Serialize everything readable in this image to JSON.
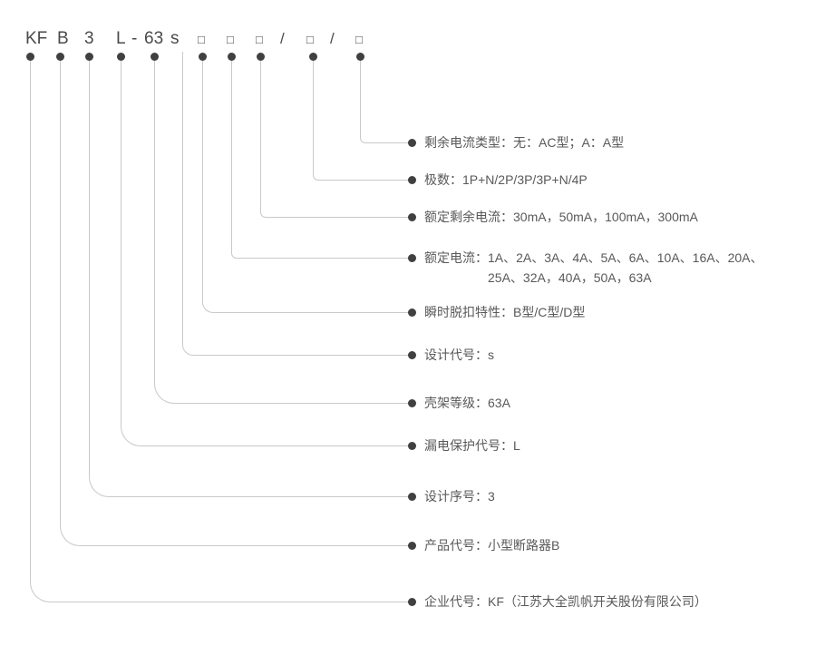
{
  "code": {
    "parts": [
      "KF",
      "B",
      "3",
      "L",
      "-",
      "63",
      "s",
      "□",
      "□",
      "□",
      "/",
      "□",
      "/",
      "□"
    ]
  },
  "labels": [
    {
      "text": "剩余电流类型：无：AC型；A：A型"
    },
    {
      "text": "极数：1P+N/2P/3P/3P+N/4P"
    },
    {
      "text": "额定剩余电流：30mA，50mA，100mA，300mA"
    },
    {
      "text": "额定电流：1A、2A、3A、4A、5A、6A、10A、16A、20A、",
      "text2": "25A、32A，40A，50A，63A"
    },
    {
      "text": "瞬时脱扣特性：B型/C型/D型"
    },
    {
      "text": "设计代号：s"
    },
    {
      "text": "壳架等级：63A"
    },
    {
      "text": "漏电保护代号：L"
    },
    {
      "text": "设计序号：3"
    },
    {
      "text": "产品代号：小型断路器B"
    },
    {
      "text": "企业代号：KF（江苏大全凯帆开关股份有限公司）"
    }
  ],
  "colors": {
    "text": "#58595b",
    "code": "#4a4a4b",
    "line": "#c9c9c9",
    "dot": "#3f4041"
  }
}
